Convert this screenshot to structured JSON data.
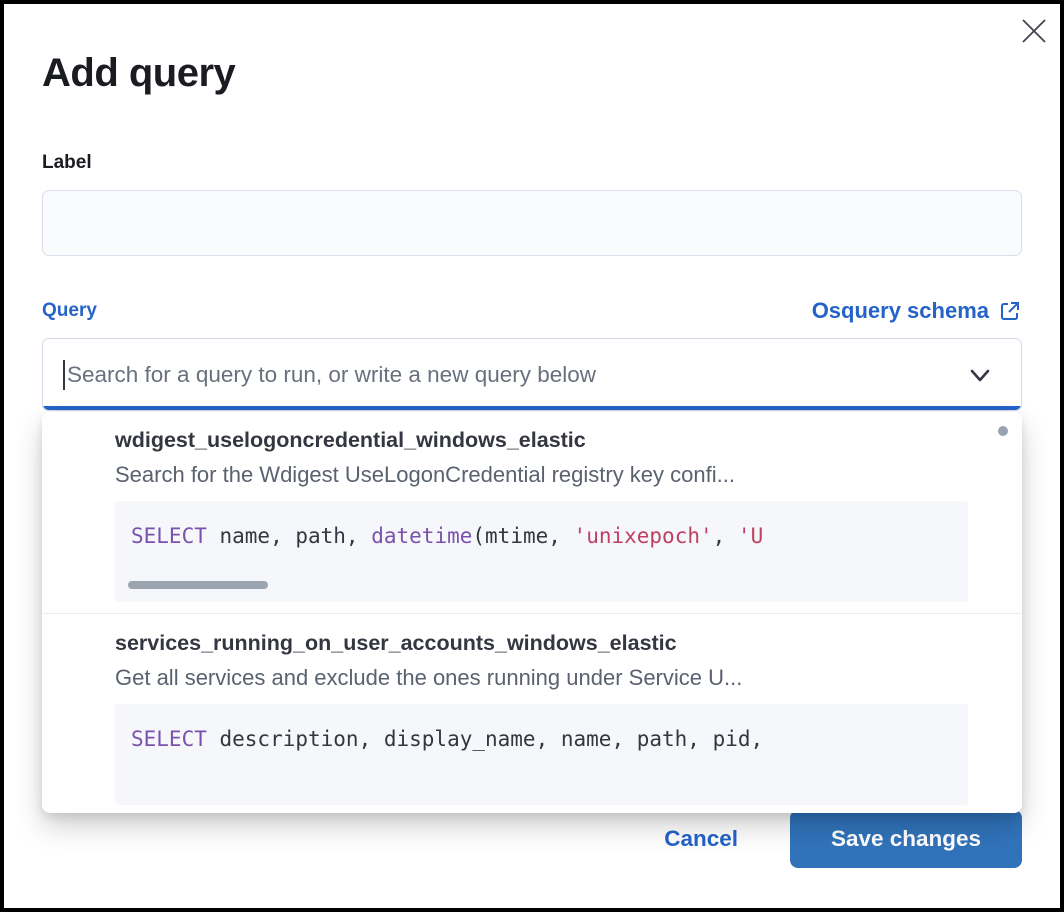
{
  "modal": {
    "title": "Add query",
    "close_icon": "close-x",
    "label_field": {
      "label": "Label",
      "value": ""
    },
    "query_field": {
      "label": "Query",
      "schema_link_label": "Osquery schema",
      "schema_link_icon": "external-link",
      "search_placeholder": "Search for a query to run, or write a new query below",
      "search_value": "",
      "chevron_icon": "chevron-down"
    },
    "dropdown": {
      "items": [
        {
          "title": "wdigest_uselogoncredential_windows_elastic",
          "description": "Search for the Wdigest UseLogonCredential registry key confi...",
          "code_tokens": [
            {
              "text": "SELECT",
              "type": "keyword"
            },
            {
              "text": " name, path, ",
              "type": "plain"
            },
            {
              "text": "datetime",
              "type": "keyword"
            },
            {
              "text": "(mtime, ",
              "type": "plain"
            },
            {
              "text": "'unixepoch'",
              "type": "string"
            },
            {
              "text": ", ",
              "type": "plain"
            },
            {
              "text": "'U",
              "type": "string"
            }
          ]
        },
        {
          "title": "services_running_on_user_accounts_windows_elastic",
          "description": "Get all services and exclude the ones running under Service U...",
          "code_tokens": [
            {
              "text": "SELECT",
              "type": "keyword"
            },
            {
              "text": " description, display_name, name, path, pid,",
              "type": "plain"
            }
          ]
        }
      ]
    },
    "footer": {
      "cancel_label": "Cancel",
      "save_label": "Save changes"
    },
    "colors": {
      "accent": "#2563c9",
      "primary_button": "#3173bb",
      "code_keyword": "#7a52ad",
      "code_string": "#bf3f62",
      "title_text": "#1a1c21",
      "item_title_text": "#343741",
      "subdued_text": "#5a6270",
      "code_background": "#f5f7fa"
    }
  }
}
